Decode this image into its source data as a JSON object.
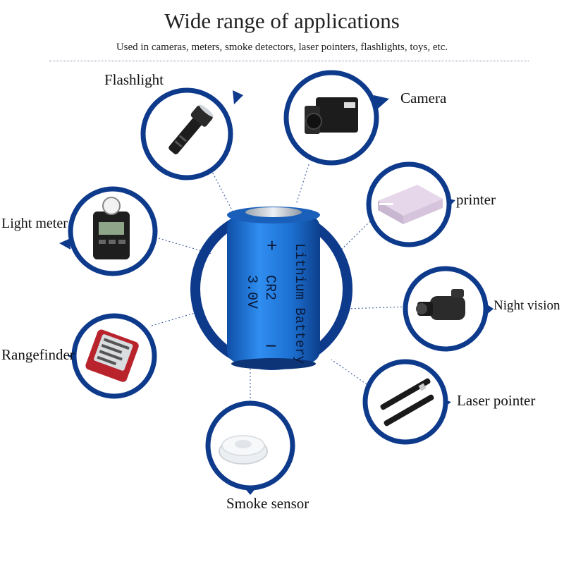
{
  "header": {
    "title": "Wide range of applications",
    "subtitle": "Used in cameras, meters, smoke detectors, laser pointers, flashlights, toys, etc."
  },
  "battery": {
    "line1": "Lithium Battery",
    "line2": "CR2",
    "line3": "3.0V",
    "plus": "+",
    "minus": "−"
  },
  "applications": [
    {
      "key": "flashlight",
      "label": "Flashlight"
    },
    {
      "key": "camera",
      "label": "Camera"
    },
    {
      "key": "printer",
      "label": "printer"
    },
    {
      "key": "night-vision",
      "label": "Night vision"
    },
    {
      "key": "laser-pointer",
      "label": "Laser pointer"
    },
    {
      "key": "smoke-sensor",
      "label": "Smoke sensor"
    },
    {
      "key": "rangefinder",
      "label": "Rangefinder"
    },
    {
      "key": "light-meter",
      "label": "Light meter"
    }
  ],
  "colors": {
    "ring": "#0e3a8c",
    "battery": "#1f78d6",
    "dots": "#4a6aa8"
  }
}
